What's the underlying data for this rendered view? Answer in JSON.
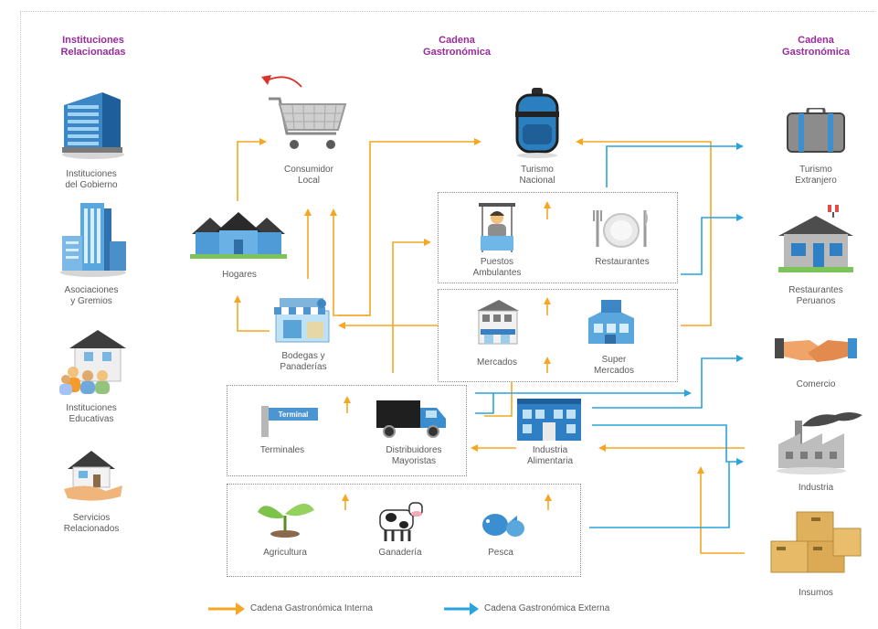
{
  "headers": {
    "left": "Instituciones\nRelacionadas",
    "center": "Cadena\nGastronómica",
    "right": "Cadena\nGastronómica"
  },
  "left": {
    "gobierno": "Instituciones\ndel Gobierno",
    "asociaciones": "Asociaciones\ny Gremios",
    "educativas": "Instituciones\nEducativas",
    "servicios": "Servicios\nRelacionados"
  },
  "center": {
    "consumidor": "Consumidor\nLocal",
    "turismo_nacional": "Turismo\nNacional",
    "hogares": "Hogares",
    "puestos": "Puestos\nAmbulantes",
    "restaurantes": "Restaurantes",
    "bodegas": "Bodegas y\nPanaderías",
    "mercados": "Mercados",
    "super": "Super\nMercados",
    "terminales": "Terminales",
    "terminal_sign": "Terminal",
    "distribuidores": "Distribuidores\nMayoristas",
    "industria_alimentaria": "Industria\nAlimentaria",
    "agricultura": "Agricultura",
    "ganaderia": "Ganadería",
    "pesca": "Pesca"
  },
  "right": {
    "turismo_extranjero": "Turismo\nExtranjero",
    "restaurantes_peruanos": "Restaurantes\nPeruanos",
    "comercio": "Comercio",
    "industria": "Industria",
    "insumos": "Insumos"
  },
  "legend": {
    "interna": "Cadena Gastronómica Interna",
    "externa": "Cadena Gastronómica Externa"
  },
  "colors": {
    "interna": "#f5a623",
    "externa": "#29a3dc",
    "header": "#9a2a9e"
  }
}
